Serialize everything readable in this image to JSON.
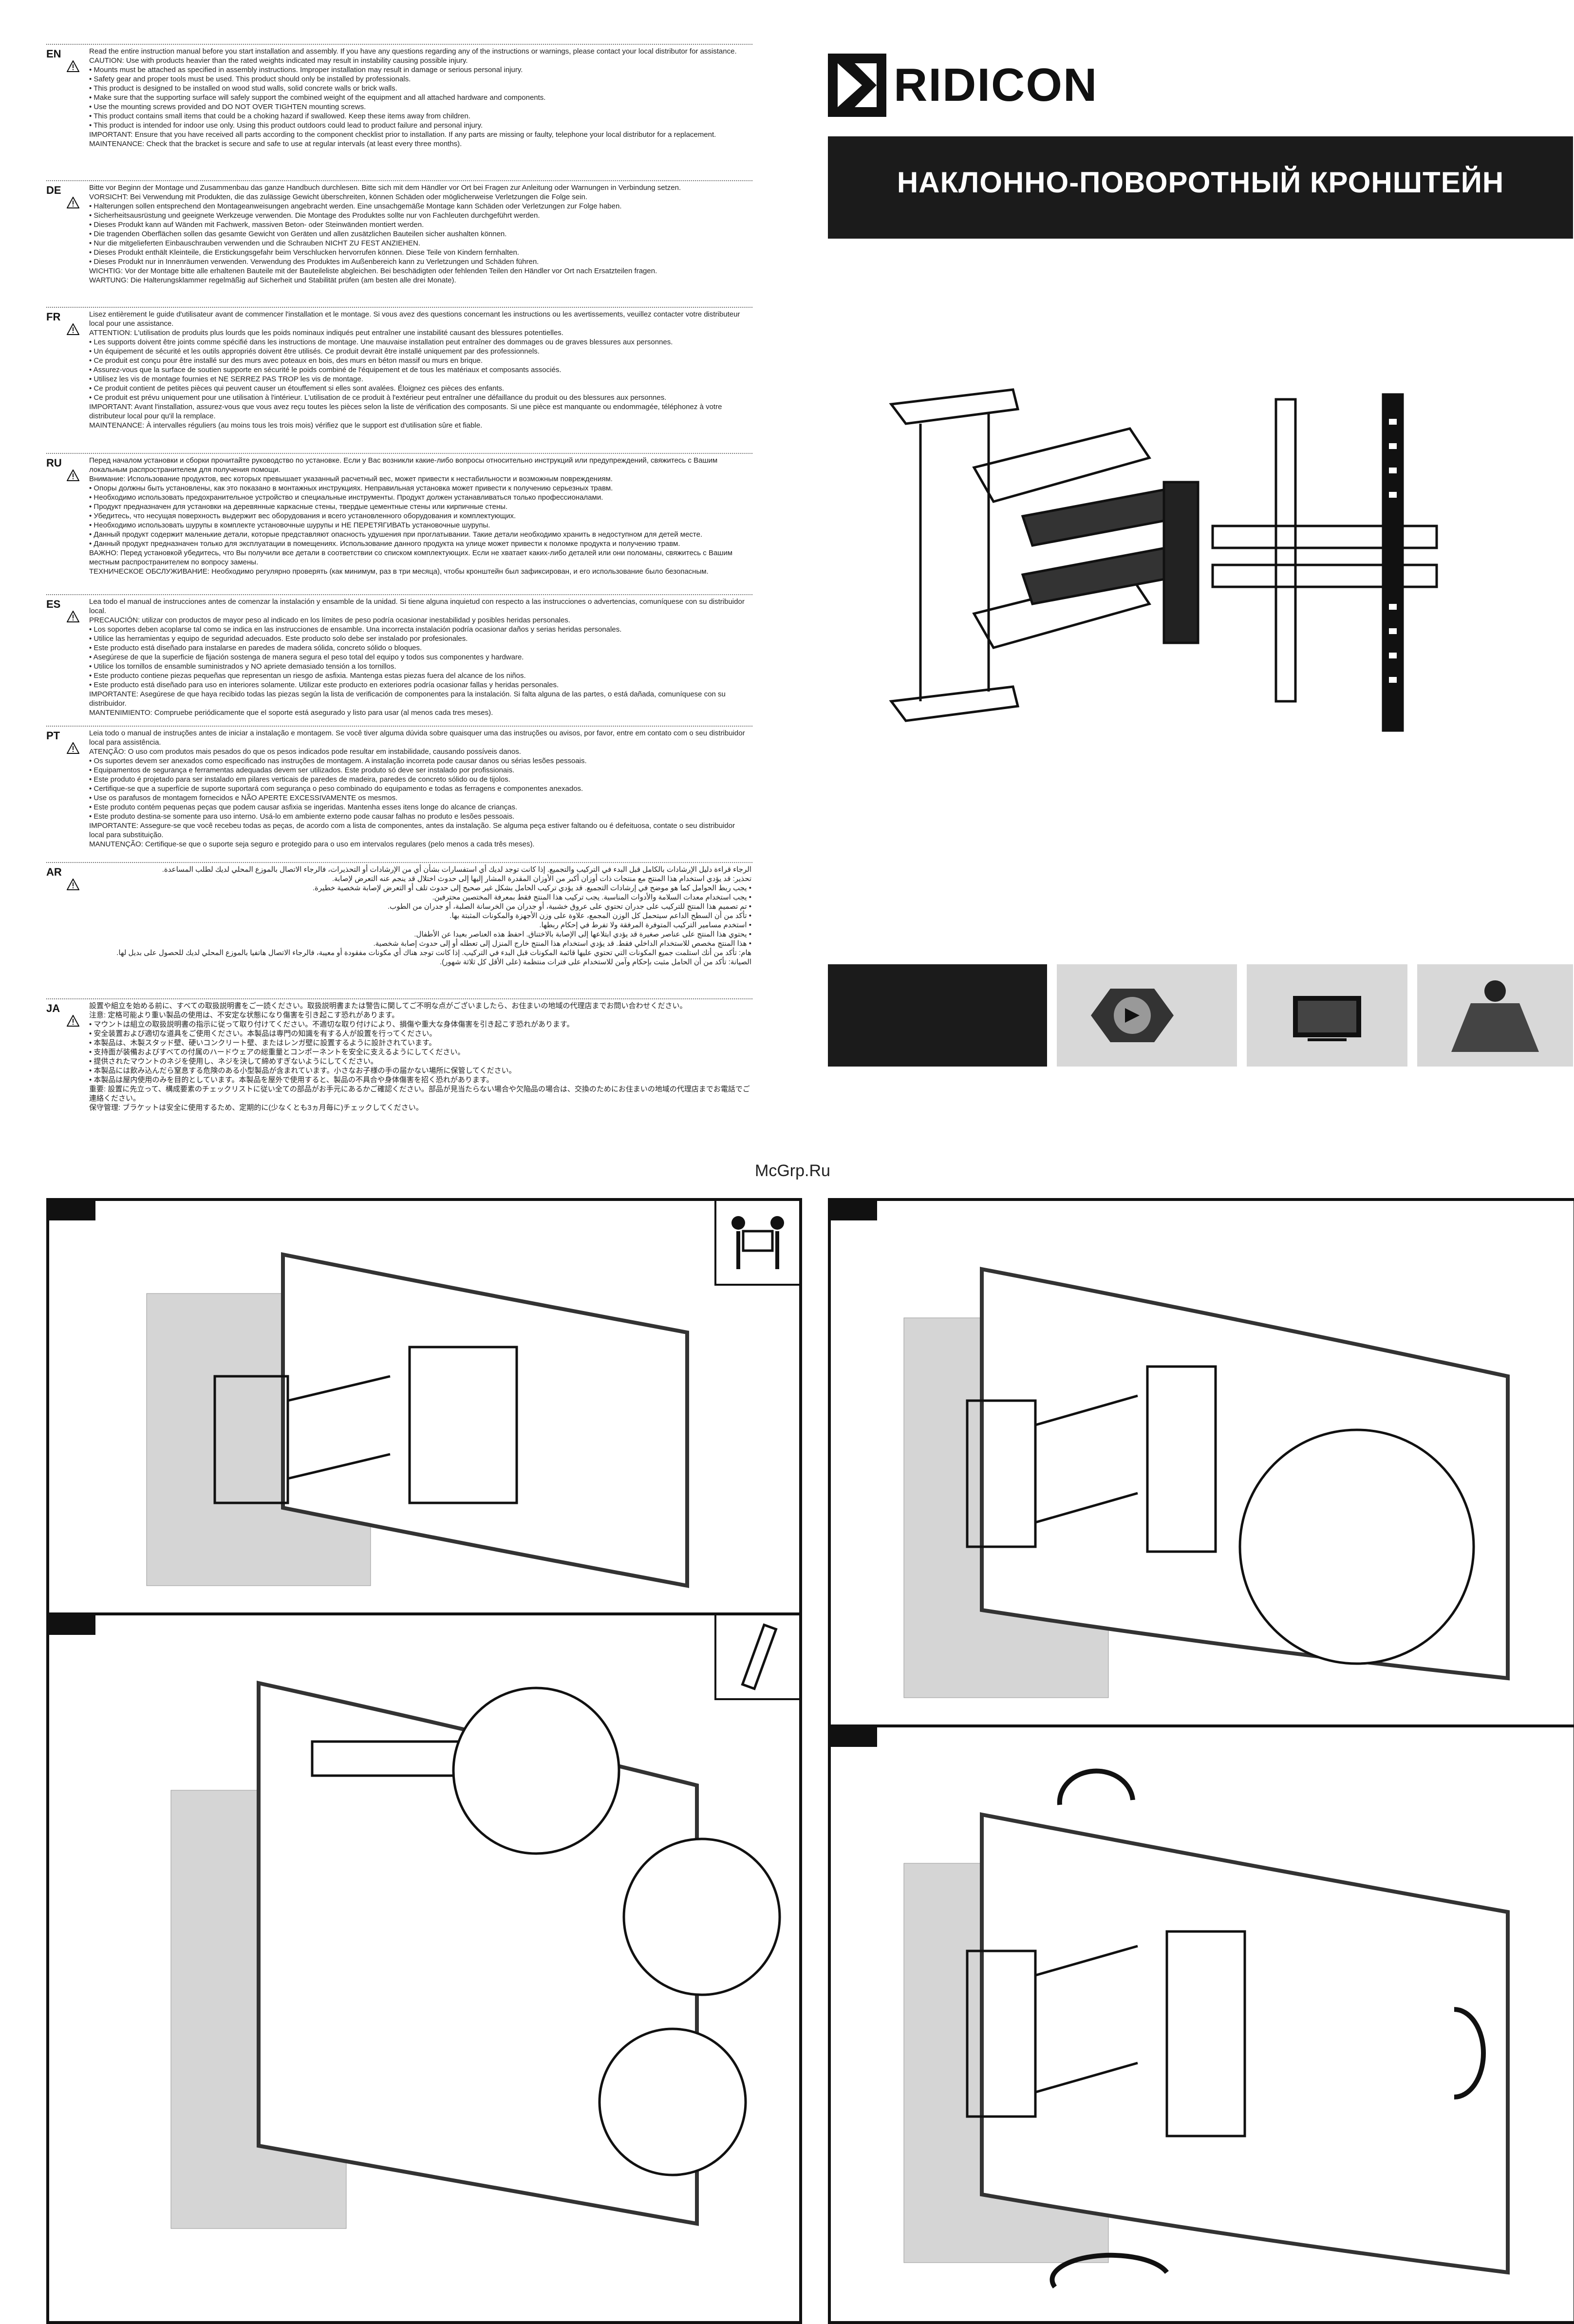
{
  "brand": {
    "name": "RIDICON"
  },
  "product_title": "НАКЛОННО-ПОВОРОТНЫЙ КРОНШТЕЙН",
  "watermark": "McGrp.Ru",
  "icons": [
    "warning-icon",
    "tools-icon",
    "tv-icon",
    "weight-icon",
    "two-person-icon",
    "level-icon"
  ],
  "languages": [
    {
      "code": "EN",
      "rtl": false,
      "lines": [
        "Read the entire instruction manual before you start installation and assembly. If you have any questions regarding any of the instructions or warnings, please contact your local distributor for assistance.",
        "CAUTION: Use with products heavier than the rated weights indicated may result in instability causing possible injury.",
        "• Mounts must be attached as specified in assembly instructions. Improper installation may result in damage or serious personal injury.",
        "• Safety gear and proper tools must be used. This product should only be installed by professionals.",
        "• This product is designed to be installed on wood stud walls, solid concrete walls or brick walls.",
        "• Make sure that the supporting surface will safely support the combined weight of the equipment and all attached hardware and components.",
        "• Use the mounting screws provided and DO NOT OVER TIGHTEN mounting screws.",
        "• This product contains small items that could be a choking hazard if swallowed. Keep these items away from children.",
        "• This product is intended for indoor use only. Using this product outdoors could lead to product failure and personal injury.",
        "IMPORTANT: Ensure that you have received all parts according to the component checklist prior to installation. If any parts are missing or faulty, telephone your local distributor for a replacement.",
        "MAINTENANCE: Check that the bracket is secure and safe to use at regular intervals (at least every three months)."
      ]
    },
    {
      "code": "DE",
      "rtl": false,
      "lines": [
        "Bitte vor Beginn der Montage und Zusammenbau das ganze Handbuch durchlesen. Bitte sich mit dem Händler vor Ort bei Fragen zur Anleitung oder Warnungen in Verbindung setzen.",
        "VORSICHT: Bei Verwendung mit Produkten, die das zulässige Gewicht überschreiten, können Schäden oder möglicherweise Verletzungen die Folge sein.",
        "• Halterungen sollen entsprechend den Montageanweisungen angebracht werden. Eine unsachgemäße Montage kann Schäden oder Verletzungen zur Folge haben.",
        "• Sicherheitsausrüstung und geeignete Werkzeuge verwenden. Die Montage des Produktes sollte nur von Fachleuten durchgeführt werden.",
        "• Dieses Produkt kann auf Wänden mit Fachwerk, massiven Beton- oder Steinwänden montiert werden.",
        "• Die tragenden Oberflächen sollen das gesamte Gewicht von Geräten und allen zusätzlichen Bauteilen sicher aushalten können.",
        "• Nur die mitgelieferten Einbauschrauben verwenden und die Schrauben NICHT ZU FEST ANZIEHEN.",
        "• Dieses Produkt enthält Kleinteile, die Erstickungsgefahr beim Verschlucken hervorrufen können. Diese Teile von Kindern fernhalten.",
        "• Dieses Produkt nur in Innenräumen verwenden. Verwendung des Produktes im Außenbereich kann zu Verletzungen und Schäden führen.",
        "WICHTIG: Vor der Montage bitte alle erhaltenen Bauteile mit der Bauteileliste abgleichen. Bei beschädigten oder fehlenden Teilen den Händler vor Ort nach Ersatzteilen fragen.",
        "WARTUNG: Die Halterungsklammer regelmäßig auf Sicherheit und Stabilität prüfen (am besten alle drei Monate)."
      ]
    },
    {
      "code": "FR",
      "rtl": false,
      "lines": [
        "Lisez entièrement le guide d'utilisateur avant de commencer l'installation et le montage. Si vous avez des questions concernant les instructions ou les avertissements, veuillez contacter votre distributeur local pour une assistance.",
        "ATTENTION: L'utilisation de produits plus lourds que les poids nominaux indiqués peut entraîner une instabilité causant des blessures potentielles.",
        "• Les supports doivent être joints comme spécifié dans les instructions de montage. Une mauvaise installation peut entraîner des dommages ou de graves blessures aux personnes.",
        "• Un équipement de sécurité et les outils appropriés doivent être utilisés. Ce produit devrait être installé uniquement par des professionnels.",
        "• Ce produit est conçu pour être installé sur des murs avec poteaux en bois, des murs en béton massif ou murs en brique.",
        "• Assurez-vous que la surface de soutien supporte en sécurité le poids combiné de l'équipement et de tous les matériaux et composants associés.",
        "• Utilisez les vis de montage fournies et NE SERREZ PAS TROP les vis de montage.",
        "• Ce produit contient de petites pièces qui peuvent causer un étouffement si elles sont avalées. Éloignez ces pièces des enfants.",
        "• Ce produit est prévu uniquement pour une utilisation à l'intérieur. L'utilisation de ce produit à l'extérieur peut entraîner une défaillance du produit ou des blessures aux personnes.",
        "IMPORTANT: Avant l'installation, assurez-vous que vous avez reçu toutes les pièces selon la liste de vérification des composants. Si une pièce est manquante ou endommagée, téléphonez à votre distributeur local pour qu'il la remplace.",
        "MAINTENANCE: À intervalles réguliers (au moins tous les trois mois) vérifiez que le support est d'utilisation sûre et fiable."
      ]
    },
    {
      "code": "RU",
      "rtl": false,
      "lines": [
        "Перед началом установки и сборки прочитайте руководство по установке. Если у Вас возникли какие-либо вопросы относительно инструкций или предупреждений, свяжитесь с Вашим локальным распространителем для получения помощи.",
        "Внимание: Использование продуктов, вес которых превышает указанный расчетный вес, может привести к нестабильности и возможным повреждениям.",
        "• Опоры должны быть установлены, как это показано в монтажных инструкциях. Неправильная установка может привести к получению серьезных травм.",
        "• Необходимо использовать предохранительное устройство и специальные инструменты. Продукт должен устанавливаться только профессионалами.",
        "• Продукт предназначен для установки на деревянные каркасные стены, твердые цементные стены или кирпичные стены.",
        "• Убедитесь, что несущая поверхность выдержит вес оборудования и всего установленного оборудования и комплектующих.",
        "• Необходимо использовать шурупы в комплекте установочные шурупы и НЕ ПЕРЕТЯГИВАТЬ установочные шурупы.",
        "• Данный продукт содержит маленькие детали, которые представляют опасность удушения при проглатывании. Такие детали необходимо хранить в недоступном для детей месте.",
        "• Данный продукт предназначен только для эксплуатации в помещениях. Использование данного продукта на улице может привести к поломке продукта и получению травм.",
        "ВАЖНО: Перед установкой убедитесь, что Вы получили все детали в соответствии со списком комплектующих. Если не хватает каких-либо деталей или они поломаны, свяжитесь с Вашим местным распространителем по вопросу замены.",
        "ТЕХНИЧЕСКОЕ ОБСЛУЖИВАНИЕ: Необходимо регулярно проверять (как минимум, раз в три месяца), чтобы кронштейн был зафиксирован, и его использование было безопасным."
      ]
    },
    {
      "code": "ES",
      "rtl": false,
      "lines": [
        "Lea todo el manual de instrucciones antes de comenzar la instalación y ensamble de la unidad. Si tiene alguna inquietud con respecto a las instrucciones o advertencias, comuníquese con su distribuidor local.",
        "PRECAUCIÓN: utilizar con productos de mayor peso al indicado en los límites de peso podría ocasionar inestabilidad y posibles heridas personales.",
        "• Los soportes deben acoplarse tal como se indica en las instrucciones de ensamble. Una incorrecta instalación podría ocasionar daños y serias heridas personales.",
        "• Utilice las herramientas y equipo de seguridad adecuados. Este producto solo debe ser instalado por profesionales.",
        "• Este producto está diseñado para instalarse en paredes de madera sólida, concreto sólido o bloques.",
        "• Asegúrese de que la superficie de fijación sostenga de manera segura el peso total del equipo y todos sus componentes y hardware.",
        "• Utilice los tornillos de ensamble suministrados y NO apriete demasiado tensión a los tornillos.",
        "• Este producto contiene piezas pequeñas que representan un riesgo de asfixia. Mantenga estas piezas fuera del alcance de los niños.",
        "• Este producto está diseñado para uso en interiores solamente. Utilizar este producto en exteriores podría ocasionar fallas y heridas personales.",
        "IMPORTANTE: Asegúrese de que haya recibido todas las piezas según la lista de verificación de componentes para la instalación. Si falta alguna de las partes, o está dañada, comuníquese con su distribuidor.",
        "MANTENIMIENTO: Compruebe periódicamente que el soporte está asegurado y listo para usar (al menos cada tres meses)."
      ]
    },
    {
      "code": "PT",
      "rtl": false,
      "lines": [
        "Leia todo o manual de instruções antes de iniciar a instalação e montagem. Se você tiver alguma dúvida sobre quaisquer uma das instruções ou avisos, por favor, entre em contato com o seu distribuidor local para assistência.",
        "ATENÇÃO: O uso com produtos mais pesados do que os pesos indicados pode resultar em instabilidade, causando possíveis danos.",
        "• Os suportes devem ser anexados como especificado nas instruções de montagem. A instalação incorreta pode causar danos ou sérias lesões pessoais.",
        "• Equipamentos de segurança e ferramentas adequadas devem ser utilizados. Este produto só deve ser instalado por profissionais.",
        "• Este produto é projetado para ser instalado em pilares verticais de paredes de madeira, paredes de concreto sólido ou de tijolos.",
        "• Certifique-se que a superfície de suporte suportará com segurança o peso combinado do equipamento e todas as ferragens e componentes anexados.",
        "• Use os parafusos de montagem fornecidos e NÃO APERTE EXCESSIVAMENTE os mesmos.",
        "• Este produto contém pequenas peças que podem causar asfixia se ingeridas. Mantenha esses itens longe do alcance de crianças.",
        "• Este produto destina-se somente para uso interno. Usá-lo em ambiente externo pode causar falhas no produto e lesões pessoais.",
        "IMPORTANTE: Assegure-se que você recebeu todas as peças, de acordo com a lista de componentes, antes da instalação. Se alguma peça estiver faltando ou é defeituosa, contate o seu distribuidor local para substituição.",
        "MANUTENÇÃO: Certifique-se que o suporte seja seguro e protegido para o uso em intervalos regulares (pelo menos a cada três meses)."
      ]
    },
    {
      "code": "AR",
      "rtl": true,
      "lines": [
        "الرجاء قراءة دليل الإرشادات بالكامل قبل البدء في التركيب والتجميع. إذا كانت توجد لديك أي استفسارات بشأن أي من الإرشادات أو التحذيرات، فالرجاء الاتصال بالموزع المحلي لديك لطلب المساعدة.",
        "تحذير: قد يؤدي استخدام هذا المنتج مع منتجات ذات أوزان أكبر من الأوزان المقدرة المشار إليها إلى حدوث اختلال قد ينجم عنه التعرض لإصابة.",
        "• يجب ربط الحوامل كما هو موضح في إرشادات التجميع. قد يؤدي تركيب الحامل بشكل غير صحيح إلى حدوث تلف أو التعرض لإصابة شخصية خطيرة.",
        "• يجب استخدام معدات السلامة والأدوات المناسبة. يجب تركيب هذا المنتج فقط بمعرفة المختصين محترفين.",
        "• تم تصميم هذا المنتج للتركيب على جدران تحتوي على عروق خشبية، أو جدران من الخرسانة الصلبة، أو جدران من الطوب.",
        "• تأكد من أن السطح الداعم سيتحمل كل الوزن المجمع، علاوة على وزن الأجهزة والمكونات المثبتة بها.",
        "• استخدم مسامير التركيب المتوفرة المرفقة ولا تفرط في إحكام ربطها.",
        "• يحتوي هذا المنتج على عناصر صغيرة قد يؤدي ابتلاعها إلى الإصابة بالاختناق. احفظ هذه العناصر بعيدا عن الأطفال.",
        "• هذا المنتج مخصص للاستخدام الداخلي فقط. قد يؤدي استخدام هذا المنتج خارج المنزل إلى تعطله أو إلى حدوث إصابة شخصية.",
        "هام: تأكد من أنك استلمت جميع المكونات التي تحتوي عليها قائمة المكونات قبل البدء في التركيب. إذا كانت توجد هناك أي مكونات مفقودة أو معيبة، فالرجاء الاتصال هاتفيا بالموزع المحلي لديك للحصول على بديل لها.",
        "الصيانة: تأكد من أن الحامل مثبت بإحكام وآمن للاستخدام على فترات منتظمة (على الأقل كل ثلاثة شهور)."
      ]
    },
    {
      "code": "JA",
      "rtl": false,
      "lines": [
        "設置や組立を始める前に、すべての取扱説明書をご一読ください。取扱説明書または警告に関してご不明な点がございましたら、お住まいの地域の代理店までお問い合わせください。",
        "注意: 定格可能より重い製品の使用は、不安定な状態になり傷害を引き起こす恐れがあります。",
        "• マウントは組立の取扱説明書の指示に従って取り付けてください。不適切な取り付けにより、損傷や重大な身体傷害を引き起こす恐れがあります。",
        "• 安全装置および適切な道具をご使用ください。本製品は専門の知識を有する人が設置を行ってください。",
        "• 本製品は、木製スタッド壁、硬いコンクリート壁、またはレンガ壁に設置するように設計されています。",
        "• 支持面が装備およびすべての付属のハードウェアの総重量とコンポーネントを安全に支えるようにしてください。",
        "• 提供されたマウントのネジを使用し、ネジを決して締めすぎないようにしてください。",
        "• 本製品には飲み込んだら窒息する危険のある小型製品が含まれています。小さなお子様の手の届かない場所に保管してください。",
        "• 本製品は屋内使用のみを目的としています。本製品を屋外で使用すると、製品の不具合や身体傷害を招く恐れがあります。",
        "重要: 設置に先立って、構成要素のチェックリストに従い全ての部品がお手元にあるかご確認ください。部品が見当たらない場合や欠陥品の場合は、交換のためにお住まいの地域の代理店までお電話でご連絡ください。",
        "保守管理: ブラケットは安全に使用するため、定期的に(少なくとも3ヵ月毎に)チェックしてください。"
      ]
    }
  ]
}
